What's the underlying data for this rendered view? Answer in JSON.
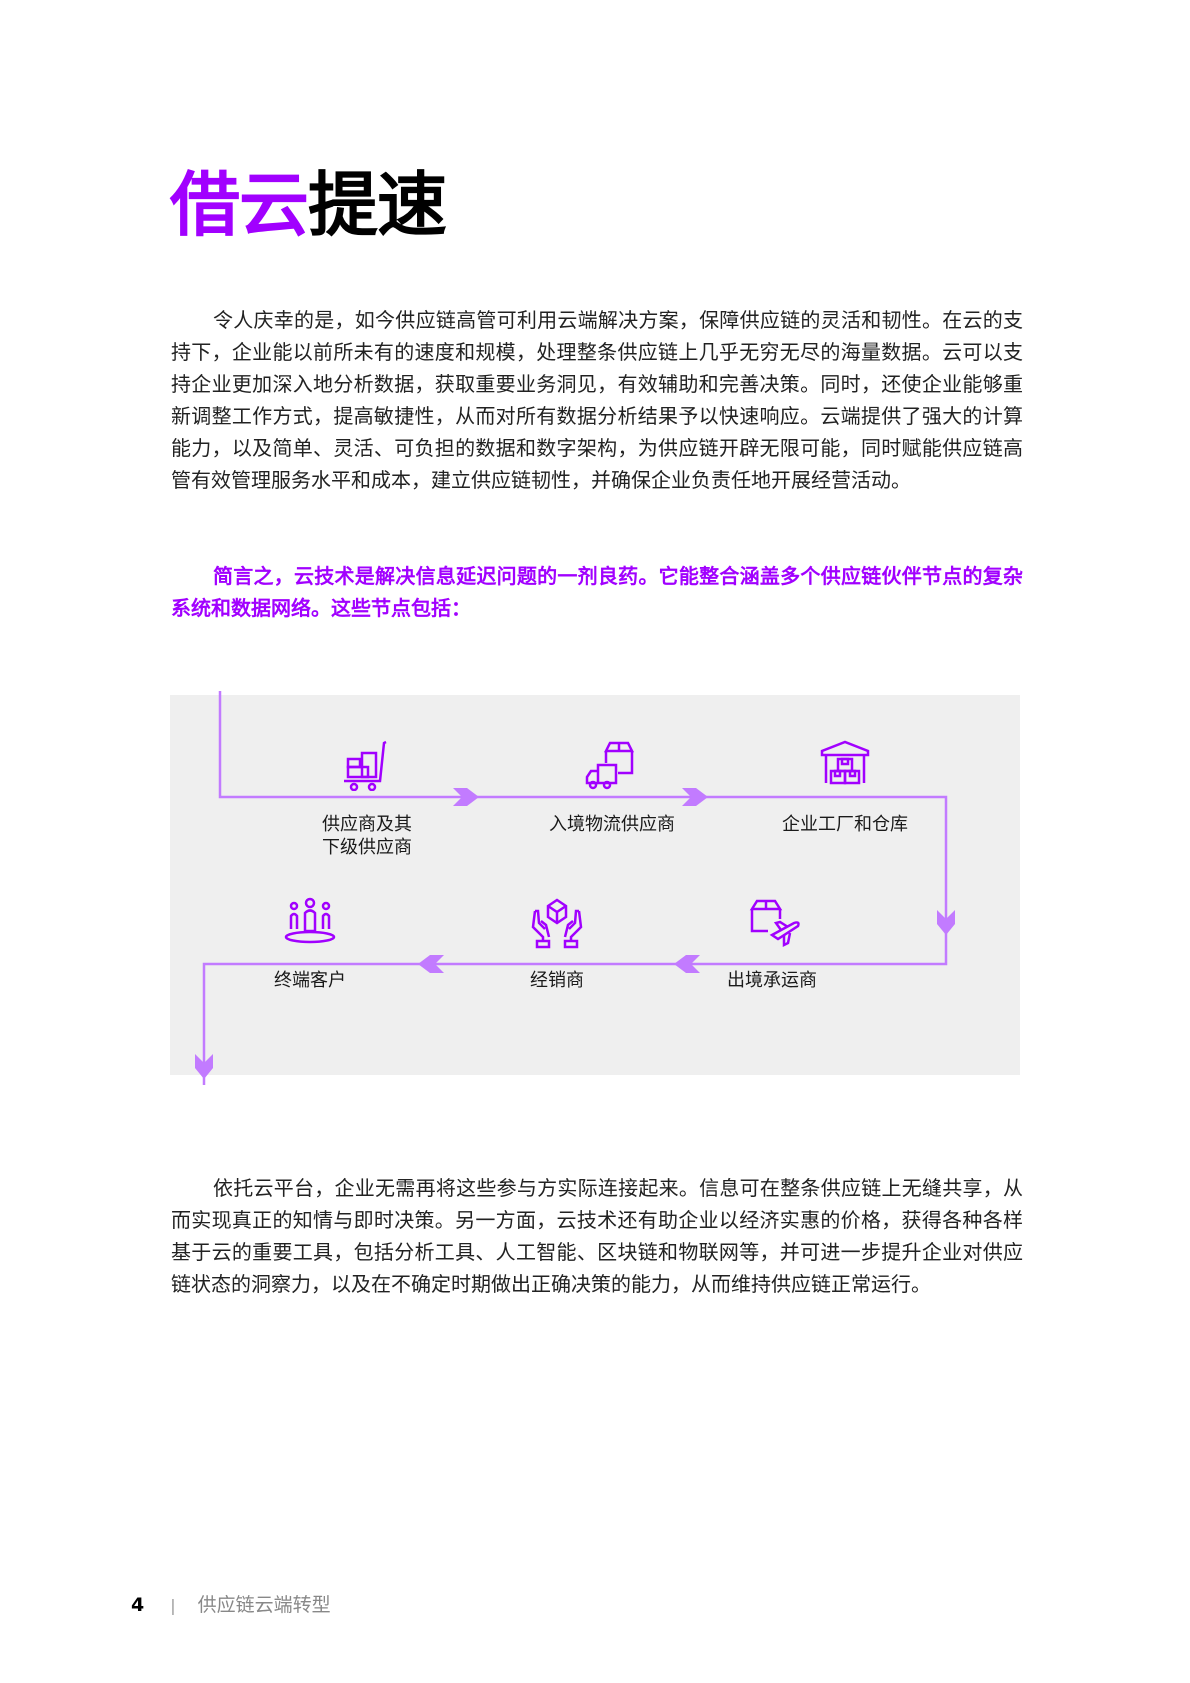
{
  "title": {
    "accent": "借云",
    "rest": "提速",
    "accent_color": "#A100FF"
  },
  "paragraphs": {
    "intro": "令人庆幸的是，如今供应链高管可利用云端解决方案，保障供应链的灵活和韧性。在云的支持下，企业能以前所未有的速度和规模，处理整条供应链上几乎无穷无尽的海量数据。云可以支持企业更加深入地分析数据，获取重要业务洞见，有效辅助和完善决策。同时，还使企业能够重新调整工作方式，提高敏捷性，从而对所有数据分析结果予以快速响应。云端提供了强大的计算能力，以及简单、灵活、可负担的数据和数字架构，为供应链开辟无限可能，同时赋能供应链高管有效管理服务水平和成本，建立供应链韧性，并确保企业负责任地开展经营活动。",
    "highlight": "简言之，云技术是解决信息延迟问题的一剂良药。它能整合涵盖多个供应链伙伴节点的复杂系统和数据网络。这些节点包括：",
    "closing": "依托云平台，企业无需再将这些参与方实际连接起来。信息可在整条供应链上无缝共享，从而实现真正的知情与即时决策。另一方面，云技术还有助企业以经济实惠的价格，获得各种各样基于云的重要工具，包括分析工具、人工智能、区块链和物联网等，并可进一步提升企业对供应链状态的洞察力，以及在不确定时期做出正确决策的能力，从而维持供应链正常运行。"
  },
  "diagram": {
    "line_color": "#C27BFF",
    "icon_color": "#A100FF",
    "background": "#EFEFEF",
    "nodes": [
      {
        "label_line1": "供应商及其",
        "label_line2": "下级供应商",
        "icon": "cart-icon"
      },
      {
        "label_line1": "入境物流供应商",
        "icon": "truck-box-icon"
      },
      {
        "label_line1": "企业工厂和仓库",
        "icon": "warehouse-icon"
      },
      {
        "label_line1": "出境承运商",
        "icon": "box-plane-icon"
      },
      {
        "label_line1": "经销商",
        "icon": "hands-box-icon"
      },
      {
        "label_line1": "终端客户",
        "icon": "people-icon"
      }
    ]
  },
  "footer": {
    "page_number": "4",
    "separator": "|",
    "doc_title": "供应链云端转型"
  }
}
